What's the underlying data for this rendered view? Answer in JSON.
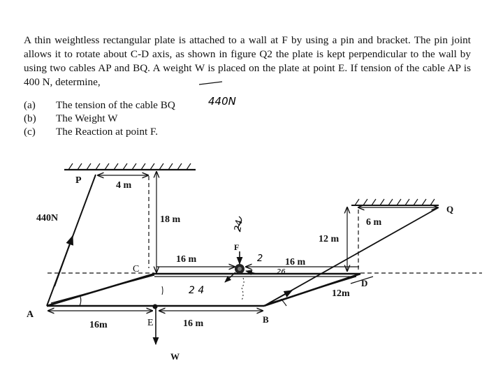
{
  "problem": {
    "statement": "A thin weightless rectangular plate is attached to a wall at F by using a pin and bracket. The pin joint allows it to rotate about C-D axis, as shown in figure Q2 the plate is kept perpendicular to the wall by using two cables AP and BQ. A weight W is placed on the plate at point E. If tension of the cable AP is 400 N, determine,",
    "parts": [
      {
        "label": "(a)",
        "text": "The tension of the cable BQ"
      },
      {
        "label": "(b)",
        "text": "The Weight W"
      },
      {
        "label": "(c)",
        "text": "The Reaction at point F."
      }
    ]
  },
  "handwriting": {
    "overwrite": "440N",
    "near_F": "24",
    "near_16m_a": "2",
    "near_16m_b": "26",
    "plate_center": "2 4"
  },
  "diagram": {
    "points": {
      "A": "A",
      "B": "B",
      "C": "C",
      "D": "D",
      "E": "E",
      "F": "F",
      "P": "P",
      "Q": "Q",
      "W": "W"
    },
    "dims": {
      "force_AP": "440N",
      "P_offset": "4 m",
      "height_P": "18 m",
      "CF": "16 m",
      "FD": "16 m",
      "AE": "16m",
      "EB": "16 m",
      "height_Q": "12 m",
      "Q_offset": "6 m",
      "depth_D": "12m"
    }
  }
}
